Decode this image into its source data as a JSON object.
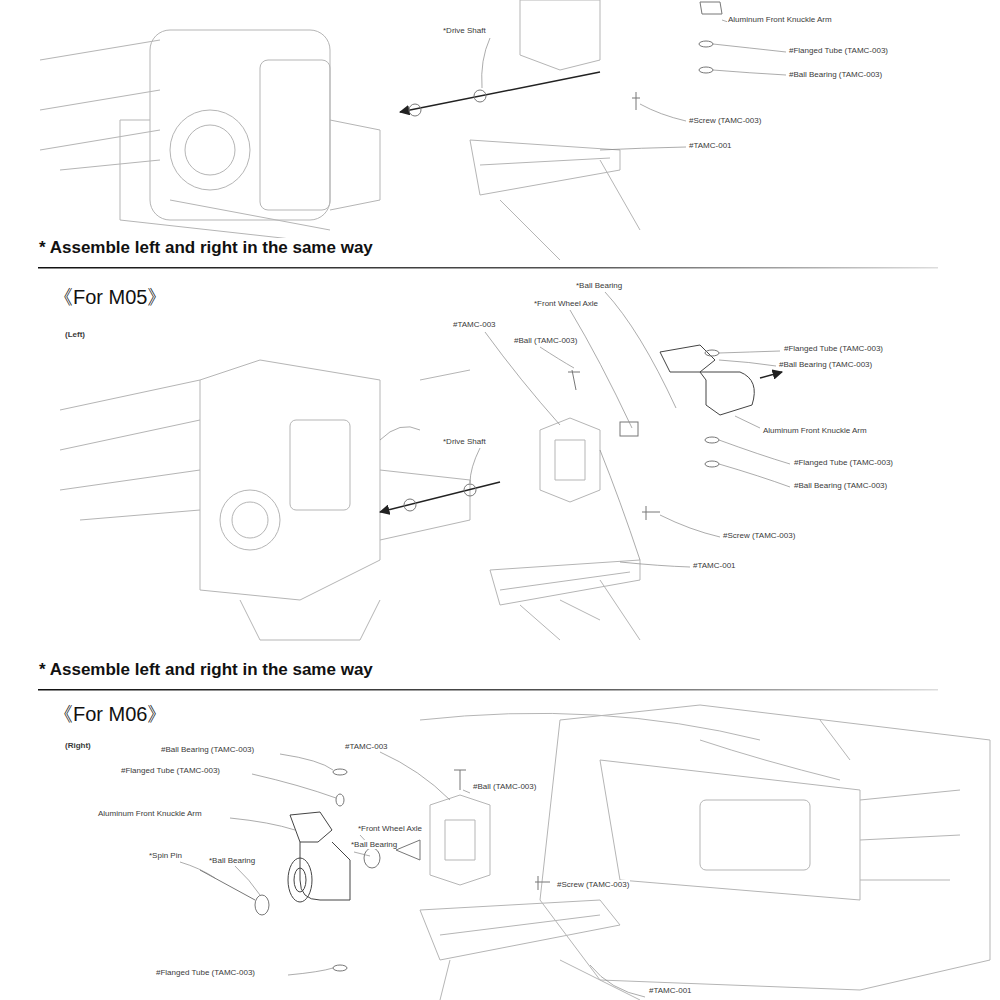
{
  "diagram": {
    "labels": [
      "Aluminum Front Knuckle Arm",
      "*Drive Shaft",
      "#Flanged Tube (TAMC-003)",
      "#Ball Bearing (TAMC-003)",
      "#Screw (TAMC-003)",
      "#TAMC-001",
      "* Assemble left and right in the same way",
      "《For M05》",
      "(Left)",
      "*Ball Bearing",
      "*Front Wheel Axle",
      "#TAMC-003",
      "#Ball (TAMC-003)",
      "#Flanged Tube (TAMC-003)",
      "#Ball Bearing (TAMC-003)",
      "*Drive Shaft",
      "Aluminum Front Knuckle Arm",
      "#Flanged Tube (TAMC-003)",
      "#Ball Bearing (TAMC-003)",
      "#Screw (TAMC-003)",
      "#TAMC-001",
      "* Assemble left and right in the same way",
      "《For M06》",
      "(Right)",
      "#Ball Bearing (TAMC-003)",
      "#TAMC-003",
      "#Flanged Tube (TAMC-003)",
      "#Ball (TAMC-003)",
      "Aluminum Front Knuckle Arm",
      "*Front Wheel Axle",
      "*Ball Bearing",
      "*Spin Pin",
      "*Ball Bearing",
      "#Screw (TAMC-003)",
      "#Flanged Tube (TAMC-003)",
      "#TAMC-001"
    ]
  }
}
